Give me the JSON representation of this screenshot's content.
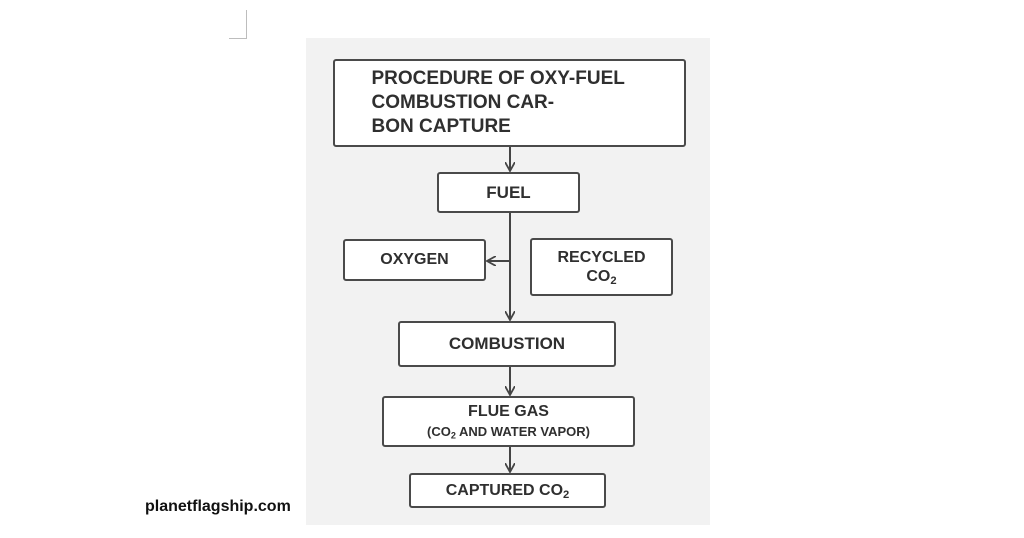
{
  "diagram": {
    "title": "PROCEDURE OF OXY-FUEL COMBUSTION CAR-BON CAPTURE",
    "title_lines": [
      "PROCEDURE OF OXY-FUEL",
      "COMBUSTION CAR-",
      "BON CAPTURE"
    ],
    "nodes": {
      "fuel": "FUEL",
      "oxygen": "OXYGEN",
      "recycled_line1": "RECYCLED",
      "recycled_line2_prefix": "CO",
      "recycled_line2_sub": "2",
      "combustion": "COMBUSTION",
      "flue_line1": "FLUE GAS",
      "flue_line2_prefix": "(CO",
      "flue_line2_sub": "2",
      "flue_line2_suffix": " AND WATER VAPOR)",
      "captured_prefix": "CAPTURED CO",
      "captured_sub": "2"
    },
    "colors": {
      "panel_background": "#f2f2f2",
      "box_border": "#4a4a4a",
      "box_text": "#2f2f2f",
      "connector": "#444444"
    }
  },
  "footer": {
    "site": "planetflagship.com"
  }
}
